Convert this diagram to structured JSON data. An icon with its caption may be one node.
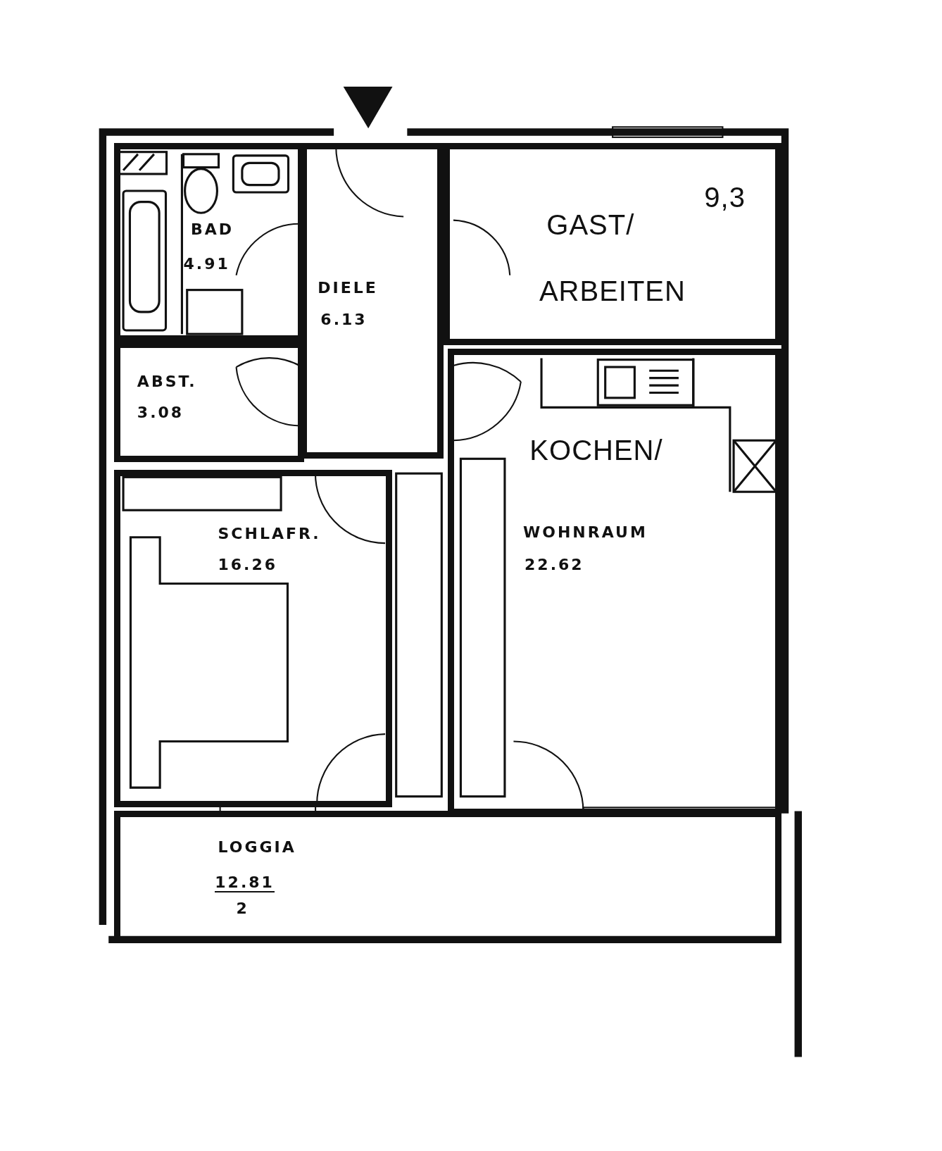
{
  "diagram": {
    "nodes": [
      {
        "text": [
          "BAD",
          "4.91"
        ]
      },
      {
        "text": [
          "DIELE",
          "6.13"
        ]
      },
      {
        "text": [
          "9,3",
          "GAST/",
          "ARBEITEN"
        ]
      },
      {
        "text": [
          "ABST.",
          "3.08"
        ]
      },
      {
        "text": [
          "SCHLAFR.",
          "16.26"
        ]
      },
      {
        "text": [
          "KOCHEN/",
          "WOHNRAUM",
          "22.62"
        ]
      },
      {
        "text": [
          "LOGGIA",
          "12.81",
          "2"
        ]
      }
    ]
  }
}
